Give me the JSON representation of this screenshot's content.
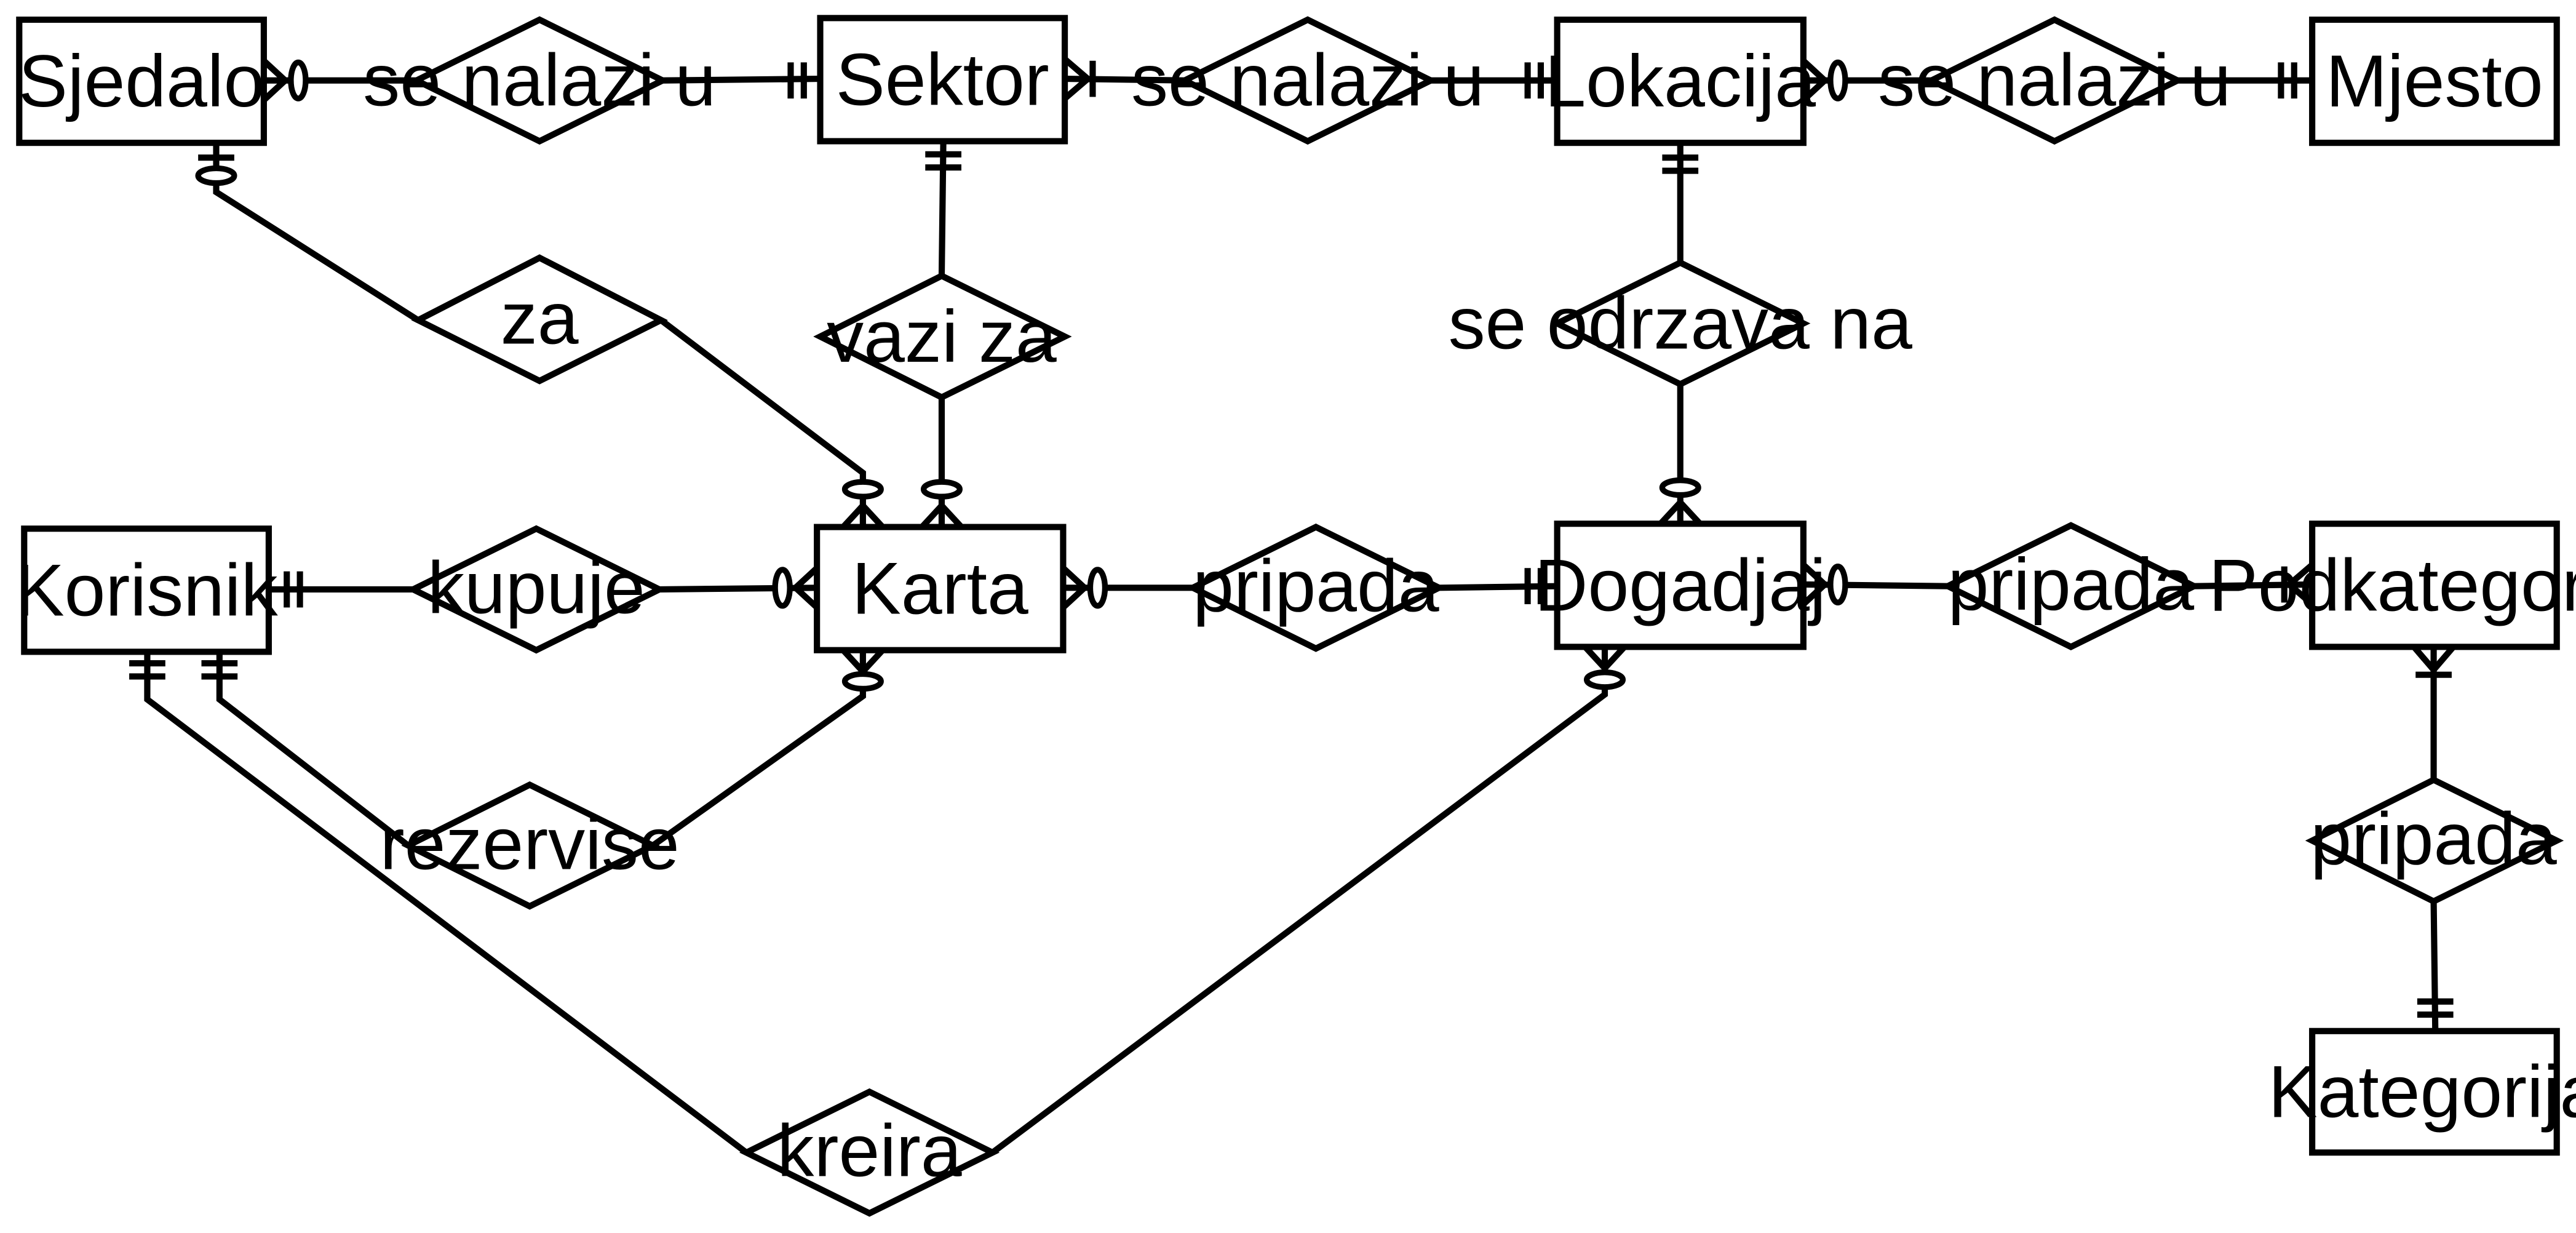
{
  "entities": [
    {
      "id": "sjedalo",
      "label": "Sjedalo"
    },
    {
      "id": "sektor",
      "label": "Sektor"
    },
    {
      "id": "lokacija",
      "label": "Lokacija"
    },
    {
      "id": "mjesto",
      "label": "Mjesto"
    },
    {
      "id": "korisnik",
      "label": "Korisnik"
    },
    {
      "id": "karta",
      "label": "Karta"
    },
    {
      "id": "dogadjaj",
      "label": "Dogadjaj"
    },
    {
      "id": "podkategorija",
      "label": "Podkategorija"
    },
    {
      "id": "kategorija",
      "label": "Kategorija"
    }
  ],
  "relationships": [
    {
      "id": "r-sjedalo-sektor",
      "label": "se nalazi u"
    },
    {
      "id": "r-sektor-lokacija",
      "label": "se nalazi u"
    },
    {
      "id": "r-lokacija-mjesto",
      "label": "se nalazi u"
    },
    {
      "id": "r-za",
      "label": "za"
    },
    {
      "id": "r-vazi-za",
      "label": "vazi za"
    },
    {
      "id": "r-se-odrzava-na",
      "label": "se odrzava na"
    },
    {
      "id": "r-kupuje",
      "label": "kupuje"
    },
    {
      "id": "r-karta-dogadjaj",
      "label": "pripada"
    },
    {
      "id": "r-dogadjaj-podkategorija",
      "label": "pripada"
    },
    {
      "id": "r-podkategorija-kategorija",
      "label": "pripada"
    },
    {
      "id": "r-rezervise",
      "label": "rezervise"
    },
    {
      "id": "r-kreira",
      "label": "kreira"
    }
  ]
}
